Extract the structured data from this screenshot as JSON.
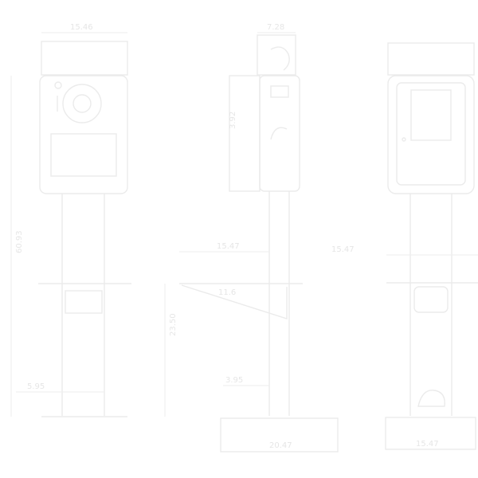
{
  "drawing": {
    "views": [
      "front-view",
      "side-view",
      "rear-view"
    ],
    "dimension_labels": {
      "front_top_width": "15.46",
      "side_top_width": "7.28",
      "side_body_height": "3.92",
      "front_total_height": "60.93",
      "front_base_offset": "5.95",
      "side_mid_width": "15.47",
      "side_bracket_angle": "11.6",
      "side_lower_height": "23.50",
      "side_base_offset": "3.95",
      "side_base_width": "20.47",
      "rear_mid_width": "15.47",
      "rear_base_width": "15.47"
    }
  }
}
